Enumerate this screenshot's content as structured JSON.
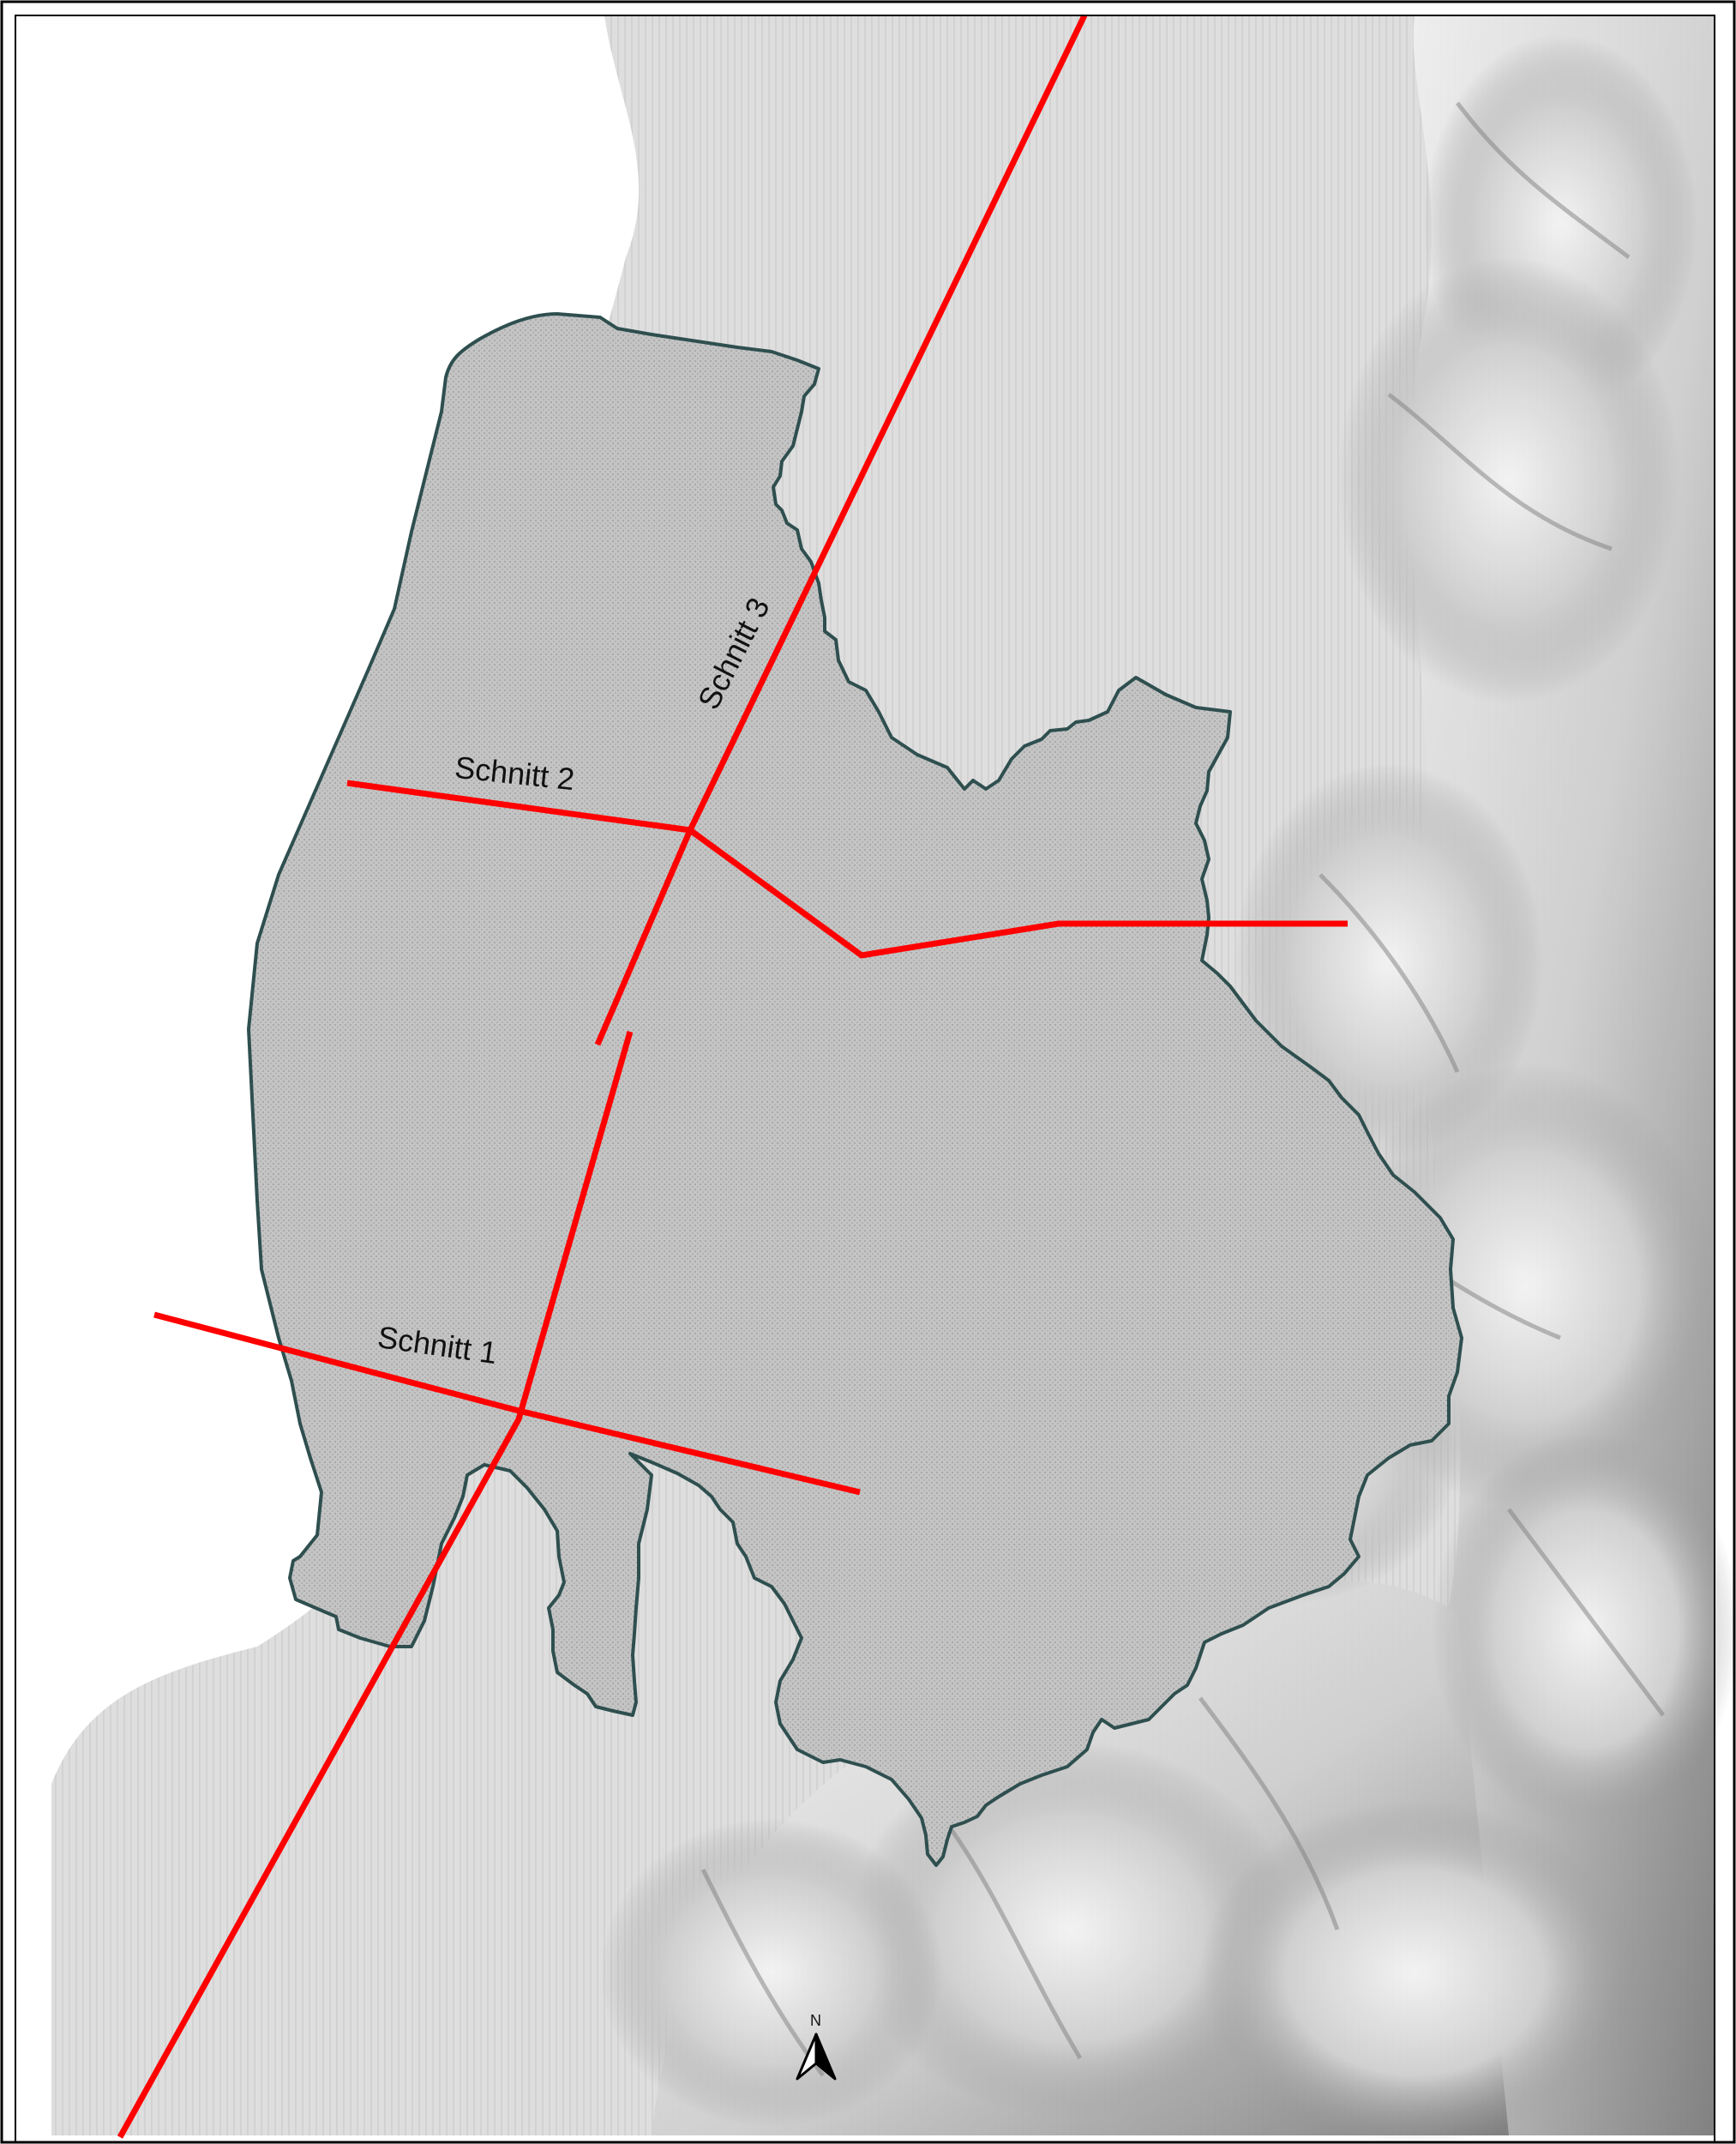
{
  "map": {
    "colors": {
      "section_line": "#ff0000",
      "study_area_outline": "#2f4f4f",
      "study_area_fill": "#bdbdbd",
      "lowland": "#dcdcdc",
      "relief_shadow": "#8c8c8c",
      "frame": "#000000"
    },
    "sections": [
      {
        "id": "schnitt-1",
        "label": "Schnitt 1"
      },
      {
        "id": "schnitt-2",
        "label": "Schnitt 2"
      },
      {
        "id": "schnitt-3",
        "label": "Schnitt 3"
      }
    ],
    "north_arrow": {
      "label": "N",
      "icon": "north-arrow-icon"
    }
  }
}
